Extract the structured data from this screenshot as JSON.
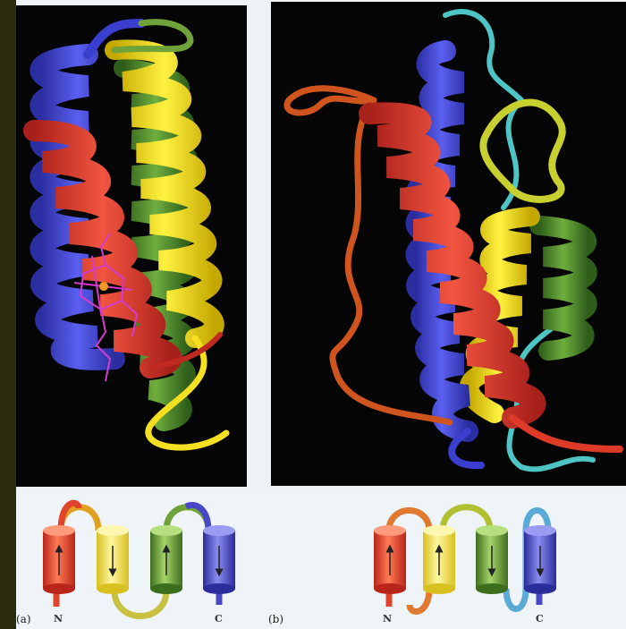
{
  "topology_a": {
    "panel_label": "(a)",
    "n_term": "N",
    "c_term": "C",
    "helices": [
      {
        "color": "#e0442c",
        "arrow": "up"
      },
      {
        "color": "#f2d63a",
        "arrow": "down"
      },
      {
        "color": "#6fa33a",
        "arrow": "up"
      },
      {
        "color": "#4a47c6",
        "arrow": "down"
      }
    ]
  },
  "topology_b": {
    "panel_label": "(b)",
    "n_term": "N",
    "c_term": "C",
    "helices": [
      {
        "color": "#e0442c",
        "arrow": "up"
      },
      {
        "color": "#f2d63a",
        "arrow": "up"
      },
      {
        "color": "#6fa33a",
        "arrow": "down"
      },
      {
        "color": "#4a47c6",
        "arrow": "down"
      }
    ]
  },
  "colors": {
    "blue": "#3a3fd0",
    "red": "#dd3a28",
    "yellow": "#f4e020",
    "green": "#4f8a2e",
    "orange": "#d0541e",
    "cyan": "#4ec4c4",
    "heme": "#d43ad0"
  }
}
